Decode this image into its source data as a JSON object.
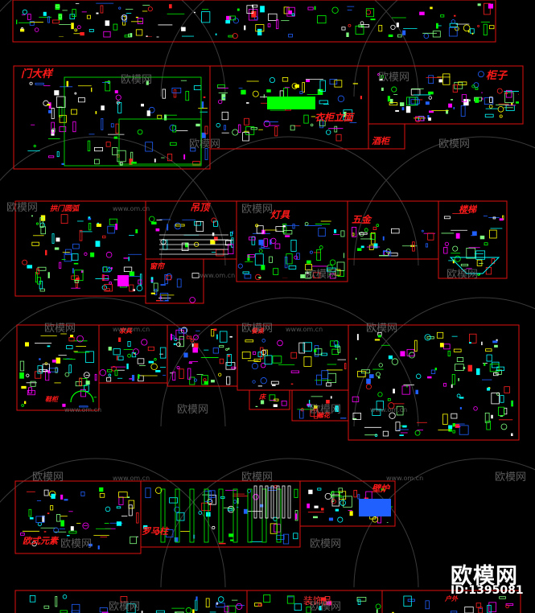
{
  "colors": {
    "background": "#000000",
    "frame": "#e01010",
    "label": "#ff1a1a",
    "watermark": "#7a7a7a",
    "palette": [
      "#00ff00",
      "#ffffff",
      "#00ffff",
      "#ffff00",
      "#ff00ff",
      "#ff2020",
      "#2060ff",
      "#80ff80"
    ]
  },
  "labels": {
    "door": "门大样",
    "wardrobe": "衣柜立面",
    "cabinet": "柜子",
    "wineCabinet": "酒柜",
    "archway": "拱门圆弧",
    "ceiling": "吊顶",
    "lighting": "灯具",
    "hardware": "五金",
    "stairs": "楼梯",
    "curtain": "窗帘",
    "shoes": "鞋柜",
    "furniture": "家具",
    "dining": "餐桌",
    "bed": "床",
    "carving": "雕花",
    "europeanStyle": "欧式元素",
    "romanColumn": "罗马柱",
    "fireplace": "壁炉",
    "decor": "装饰品",
    "outdoor": "户外"
  },
  "watermark": {
    "text": "欧模网",
    "url": "www.om.cn"
  },
  "brand": {
    "name": "欧模网",
    "id": "ID:1395081"
  }
}
